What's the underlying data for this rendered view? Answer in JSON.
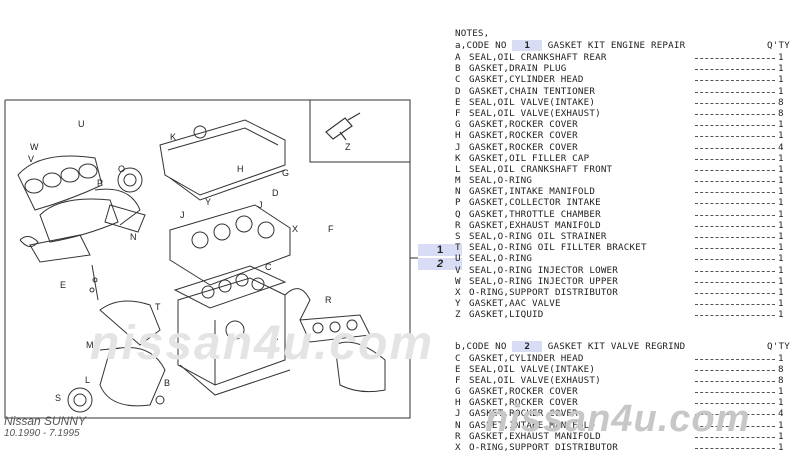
{
  "notes": {
    "title": "NOTES,",
    "a": {
      "prefix": "a,",
      "code_label": "CODE NO",
      "code": "1",
      "desc": "GASKET KIT ENGINE REPAIR",
      "qty_label": "Q'TY"
    },
    "a_items": [
      {
        "code": "A",
        "name": "SEAL,OIL CRANKSHAFT REAR",
        "qty": "1"
      },
      {
        "code": "B",
        "name": "GASKET,DRAIN PLUG",
        "qty": "1"
      },
      {
        "code": "C",
        "name": "GASKET,CYLINDER HEAD",
        "qty": "1"
      },
      {
        "code": "D",
        "name": "GASKET,CHAIN TENTIONER",
        "qty": "1"
      },
      {
        "code": "E",
        "name": "SEAL,OIL VALVE(INTAKE)",
        "qty": "8"
      },
      {
        "code": "F",
        "name": "SEAL,OIL VALVE(EXHAUST)",
        "qty": "8"
      },
      {
        "code": "G",
        "name": "GASKET,ROCKER COVER",
        "qty": "1"
      },
      {
        "code": "H",
        "name": "GASKET,ROCKER COVER",
        "qty": "1"
      },
      {
        "code": "J",
        "name": "GASKET,ROCKER COVER",
        "qty": "4"
      },
      {
        "code": "K",
        "name": "GASKET,OIL FILLER CAP",
        "qty": "1"
      },
      {
        "code": "L",
        "name": "SEAL,OIL CRANKSHAFT FRONT",
        "qty": "1"
      },
      {
        "code": "M",
        "name": "SEAL,O-RING",
        "qty": "1"
      },
      {
        "code": "N",
        "name": "GASKET,INTAKE MANIFOLD",
        "qty": "1"
      },
      {
        "code": "P",
        "name": "GASKET,COLLECTOR INTAKE",
        "qty": "1"
      },
      {
        "code": "Q",
        "name": "GASKET,THROTTLE CHAMBER",
        "qty": "1"
      },
      {
        "code": "R",
        "name": "GASKET,EXHAUST MANIFOLD",
        "qty": "1"
      },
      {
        "code": "S",
        "name": "SEAL,O-RING OIL STRAINER",
        "qty": "1"
      },
      {
        "code": "T",
        "name": "SEAL,O-RING OIL FILLTER BRACKET",
        "qty": "1"
      },
      {
        "code": "U",
        "name": "SEAL,O-RING",
        "qty": "1"
      },
      {
        "code": "V",
        "name": "SEAL,O-RING INJECTOR LOWER",
        "qty": "1"
      },
      {
        "code": "W",
        "name": "SEAL,O-RING INJECTOR UPPER",
        "qty": "1"
      },
      {
        "code": "X",
        "name": "O-RING,SUPPORT DISTRIBUTOR",
        "qty": "1"
      },
      {
        "code": "Y",
        "name": "GASKET,AAC VALVE",
        "qty": "1"
      },
      {
        "code": "Z",
        "name": "GASKET,LIQUID",
        "qty": "1"
      }
    ],
    "b": {
      "prefix": "b,",
      "code_label": "CODE NO",
      "code": "2",
      "desc": "GASKET KIT VALVE REGRIND",
      "qty_label": "Q'TY"
    },
    "b_items": [
      {
        "code": "C",
        "name": "GASKET,CYLINDER HEAD",
        "qty": "1"
      },
      {
        "code": "E",
        "name": "SEAL,OIL VALVE(INTAKE)",
        "qty": "8"
      },
      {
        "code": "F",
        "name": "SEAL,OIL VALVE(EXHAUST)",
        "qty": "8"
      },
      {
        "code": "G",
        "name": "GASKET,ROCKER COVER",
        "qty": "1"
      },
      {
        "code": "H",
        "name": "GASKET,ROCKER COVER",
        "qty": "1"
      },
      {
        "code": "J",
        "name": "GASKET,ROCKER COVER",
        "qty": "4"
      },
      {
        "code": "N",
        "name": "GASKET,INTAKE MANIFOLD",
        "qty": "1"
      },
      {
        "code": "R",
        "name": "GASKET,EXHAUST MANIFOLD",
        "qty": "1"
      },
      {
        "code": "X",
        "name": "O-RING,SUPPORT DISTRIBUTOR",
        "qty": "1"
      }
    ]
  },
  "refs": [
    "1",
    "2"
  ],
  "diagram_labels": {
    "inset": "Z",
    "letters": [
      "K",
      "U",
      "W",
      "V",
      "O",
      "H",
      "G",
      "P",
      "D",
      "Y",
      "J",
      "J",
      "X",
      "F",
      "N",
      "E",
      "C",
      "M",
      "A",
      "R",
      "L",
      "S",
      "B",
      "T"
    ]
  },
  "footer": {
    "model": "Nissan SUNNY",
    "years": "10.1990 - 7.1995"
  },
  "watermark": "nissan4u.com",
  "watermark_center": "nissan4u.com"
}
